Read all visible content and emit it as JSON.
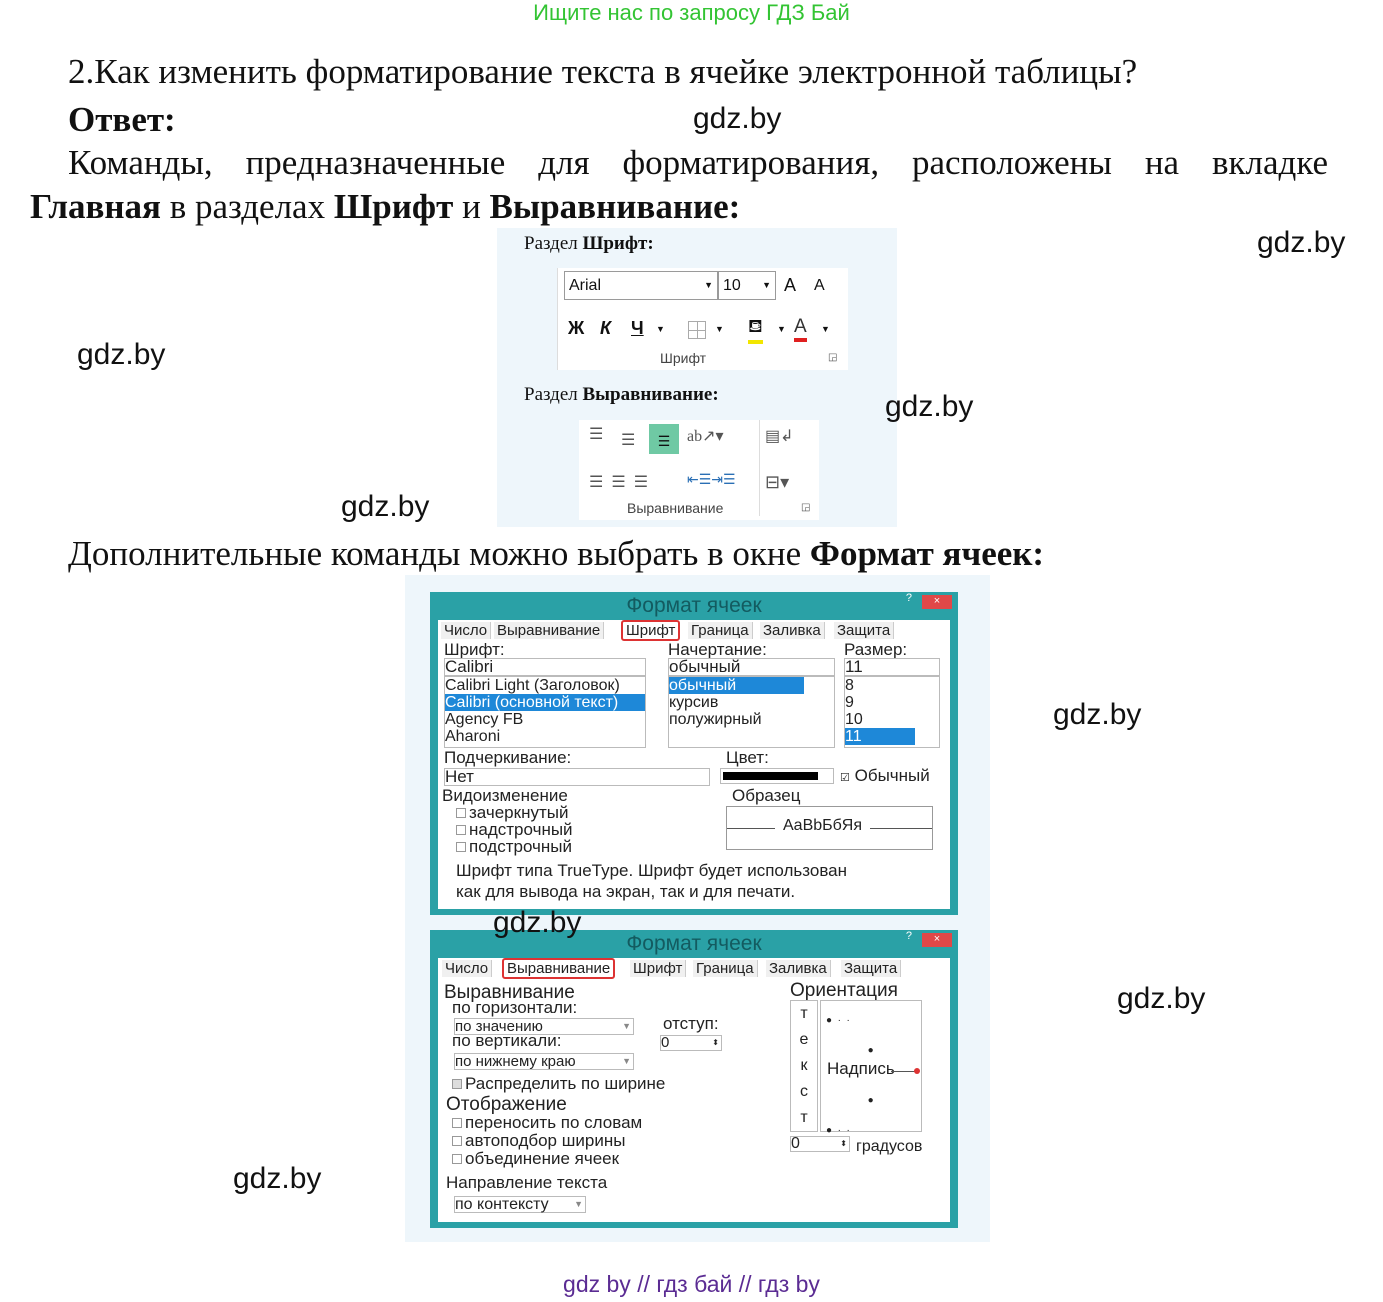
{
  "header": "Ищите нас по запросу ГДЗ Бай",
  "question": "2.Как изменить форматирование текста в ячейке электронной таблицы?",
  "answer_label": "Ответ:",
  "para1_line1": "Команды, предназначенные для форматирования, расположены на вкладке",
  "para1_line2": {
    "b1": "Главная",
    "t1": " в разделах ",
    "b2": "Шрифт",
    "t2": " и ",
    "b3": "Выравнивание:"
  },
  "para2": {
    "text": "Дополнительные команды можно выбрать в окне ",
    "bold": "Формат ячеек:"
  },
  "watermarks": [
    "gdz.by",
    "gdz.by",
    "gdz.by",
    "gdz.by",
    "gdz.by",
    "gdz.by",
    "gdz.by",
    "gdz.by",
    "gdz.by"
  ],
  "footer": "gdz by  //  гдз бай  //  гдз by",
  "ribbon": {
    "font_section_caption": {
      "prefix": "Раздел ",
      "bold": "Шрифт:"
    },
    "font_name": "Arial",
    "font_size": "10",
    "grow": "A",
    "shrink": "A",
    "bold": "Ж",
    "italic": "К",
    "underline": "Ч",
    "font_group_label": "Шрифт",
    "align_section_caption": {
      "prefix": "Раздел ",
      "bold": "Выравнивание:"
    },
    "align_group_label": "Выравнивание",
    "colors": {
      "highlight": "#f2e600",
      "font_color": "#e02020",
      "active_align": "#6fc9a4"
    }
  },
  "dialog_font": {
    "title": "Формат ячеек",
    "tabs": [
      "Число",
      "Выравнивание",
      "Шрифт",
      "Граница",
      "Заливка",
      "Защита"
    ],
    "active_tab": "Шрифт",
    "font_label": "Шрифт:",
    "font_value": "Calibri",
    "font_list": [
      "Calibri Light (Заголовок)",
      "Calibri (основной текст)",
      "Agency FB",
      "Aharoni"
    ],
    "style_label": "Начертание:",
    "style_value": "обычный",
    "style_list": [
      "обычный",
      "курсив",
      "полужирный"
    ],
    "size_label": "Размер:",
    "size_value": "11",
    "size_list": [
      "8",
      "9",
      "10",
      "11"
    ],
    "underline_label": "Подчеркивание:",
    "underline_value": "Нет",
    "color_label": "Цвет:",
    "normal_label": "Обычный",
    "effects_label": "Видоизменение",
    "effects": [
      "зачеркнутый",
      "надстрочный",
      "подстрочный"
    ],
    "sample_label": "Образец",
    "sample_text": "AaBbБбЯя",
    "note_line1": "Шрифт типа TrueType. Шрифт будет использован",
    "note_line2": "как для вывода на экран, так и для печати."
  },
  "dialog_align": {
    "title": "Формат ячеек",
    "tabs": [
      "Число",
      "Выравнивание",
      "Шрифт",
      "Граница",
      "Заливка",
      "Защита"
    ],
    "active_tab": "Выравнивание",
    "align_label": "Выравнивание",
    "horiz_label": "по горизонтали:",
    "horiz_value": "по значению",
    "indent_label": "отступ:",
    "indent_value": "0",
    "vert_label": "по вертикали:",
    "vert_value": "по нижнему краю",
    "distribute_label": "Распределить по ширине",
    "display_label": "Отображение",
    "display_options": [
      "переносить по словам",
      "автоподбор ширины",
      "объединение ячеек"
    ],
    "direction_label": "Направление текста",
    "direction_value": "по контексту",
    "orientation_label": "Ориентация",
    "vertical_text": [
      "т",
      "е",
      "к",
      "с",
      "т"
    ],
    "inscription": "Надпись",
    "degrees_value": "0",
    "degrees_label": "градусов"
  }
}
